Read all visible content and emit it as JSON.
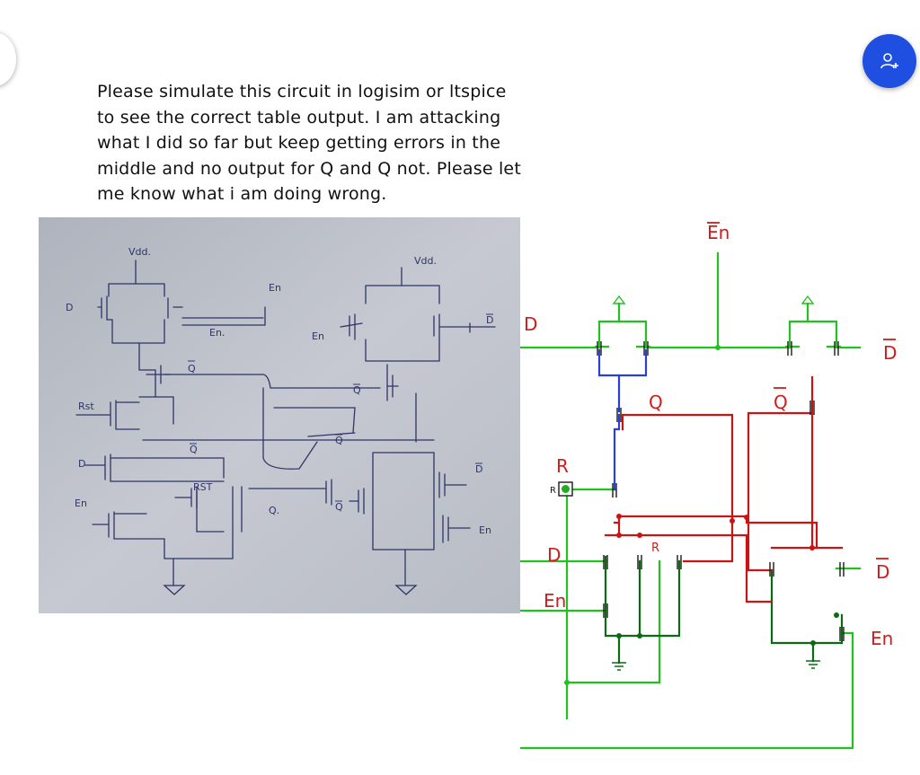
{
  "question": {
    "lines": [
      "Please simulate this circuit in logisim or ltspice",
      "to see the correct table output. I am attacking",
      "what I did so far but keep getting errors in the",
      "middle and no output for Q and Q not. Please let",
      "me know what i am doing wrong."
    ]
  },
  "photo_labels": {
    "vdd_left": "Vdd.",
    "vdd_right": "Vdd.",
    "d": "D",
    "d_bar_top": "D",
    "en_top": "En",
    "en_mid_left": "En.",
    "en_mid_right": "En",
    "q_top": "Q",
    "q_bar_mid": "Q",
    "q_right": "Q",
    "rst": "Rst",
    "q_bar_left": "Q",
    "d_lower": "D",
    "rst_lower": "RST",
    "en_lower": "En",
    "q_lower": "Q.",
    "q_bar_lower": "Q",
    "d_bar_lower": "D",
    "en_lower_right": "En"
  },
  "schematic_labels": {
    "en_bar_top": "En",
    "d_left": "D",
    "d_bar_right": "D",
    "q": "Q",
    "q_bar": "Q",
    "r_hand": "R",
    "r_pin": "R",
    "d_lower": "D",
    "en_lower": "En",
    "r_small": "R",
    "d_bar_lower": "D",
    "en_right": "En"
  },
  "colors": {
    "wire_green": "#21c21f",
    "wire_dark_green": "#0b6b10",
    "wire_red": "#c81414",
    "wire_blue": "#2a3fd6",
    "label_red": "#d01c1c",
    "fab": "#1f4fe0"
  },
  "icons": {
    "fab": "add-user-icon"
  }
}
